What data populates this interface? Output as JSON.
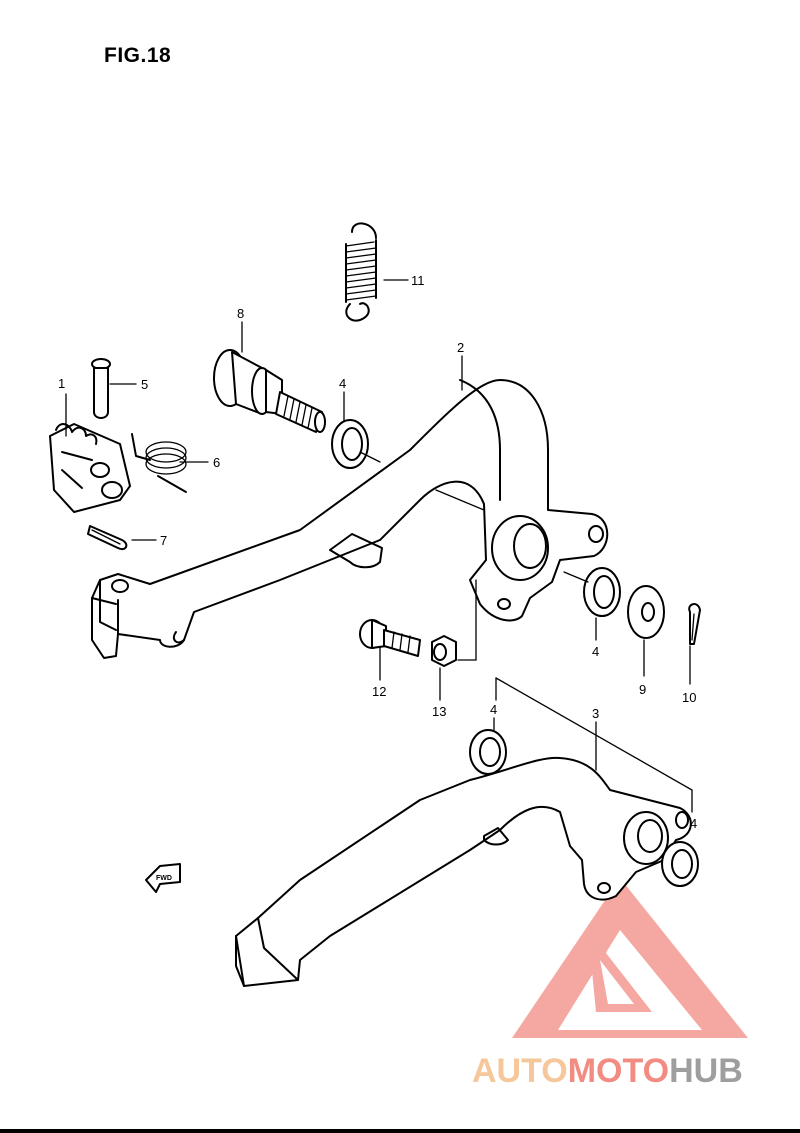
{
  "figure": {
    "title": "FIG.18"
  },
  "callouts": [
    {
      "id": "1",
      "label": "1"
    },
    {
      "id": "2",
      "label": "2"
    },
    {
      "id": "3",
      "label": "3"
    },
    {
      "id": "4a",
      "label": "4"
    },
    {
      "id": "4b",
      "label": "4"
    },
    {
      "id": "4c",
      "label": "4"
    },
    {
      "id": "4d",
      "label": "4"
    },
    {
      "id": "5",
      "label": "5"
    },
    {
      "id": "6",
      "label": "6"
    },
    {
      "id": "7",
      "label": "7"
    },
    {
      "id": "8",
      "label": "8"
    },
    {
      "id": "9",
      "label": "9"
    },
    {
      "id": "10",
      "label": "10"
    },
    {
      "id": "11",
      "label": "11"
    },
    {
      "id": "12",
      "label": "12"
    },
    {
      "id": "13",
      "label": "13"
    }
  ],
  "direction_marker": {
    "label": "FWD"
  },
  "watermark": {
    "part1": "AUTO",
    "part2": "MOTO",
    "part3": "HUB",
    "colors": {
      "auto": "#f6c79a",
      "moto": "#f28b82",
      "hub": "#9e9e9e",
      "logo": "#f28b82"
    }
  }
}
